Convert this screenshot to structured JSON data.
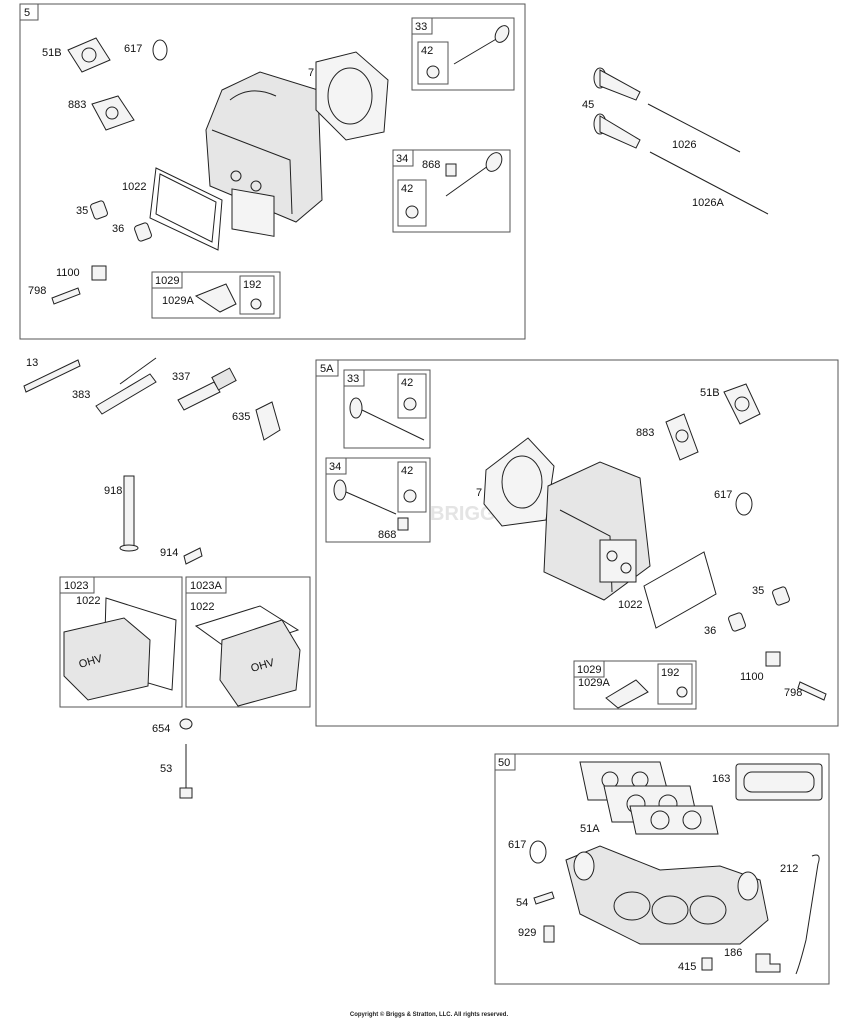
{
  "groups": {
    "g5": "5",
    "g5A": "5A",
    "g50": "50",
    "g1023": "1023",
    "g1023A": "1023A",
    "sub33a": "33",
    "sub42a": "42",
    "sub34a": "34",
    "sub42b": "42",
    "sub1029a": "1029",
    "sub192a": "192",
    "sub33b": "33",
    "sub42c": "42",
    "sub34b": "34",
    "sub42d": "42",
    "sub1029b": "1029",
    "sub192b": "192"
  },
  "labels": {
    "l51B_a": "51B",
    "l617_a": "617",
    "l7_a": "7",
    "l883_a": "883",
    "l1022_a": "1022",
    "l35_a": "35",
    "l36_a": "36",
    "l1100_a": "1100",
    "l798_a": "798",
    "l1029A_a": "1029A",
    "l868_a": "868",
    "l45": "45",
    "l1026": "1026",
    "l1026A": "1026A",
    "l13": "13",
    "l383": "383",
    "l337": "337",
    "l635": "635",
    "l918": "918",
    "l914": "914",
    "l1022_b": "1022",
    "l1022_c": "1022",
    "l654": "654",
    "l53": "53",
    "l51B_b": "51B",
    "l883_b": "883",
    "l7_b": "7",
    "l617_b": "617",
    "l868_b": "868",
    "l1022_d": "1022",
    "l35_b": "35",
    "l36_b": "36",
    "l1029A_b": "1029A",
    "l1100_b": "1100",
    "l798_b": "798",
    "l163": "163",
    "l617_c": "617",
    "l51A": "51A",
    "l212": "212",
    "l54": "54",
    "l929": "929",
    "l415": "415",
    "l186": "186"
  },
  "cover_logo_text": "OHV",
  "watermark_text": "BRIGGS&STRATTON",
  "copyright": "Copyright © Briggs & Stratton, LLC. All rights reserved."
}
